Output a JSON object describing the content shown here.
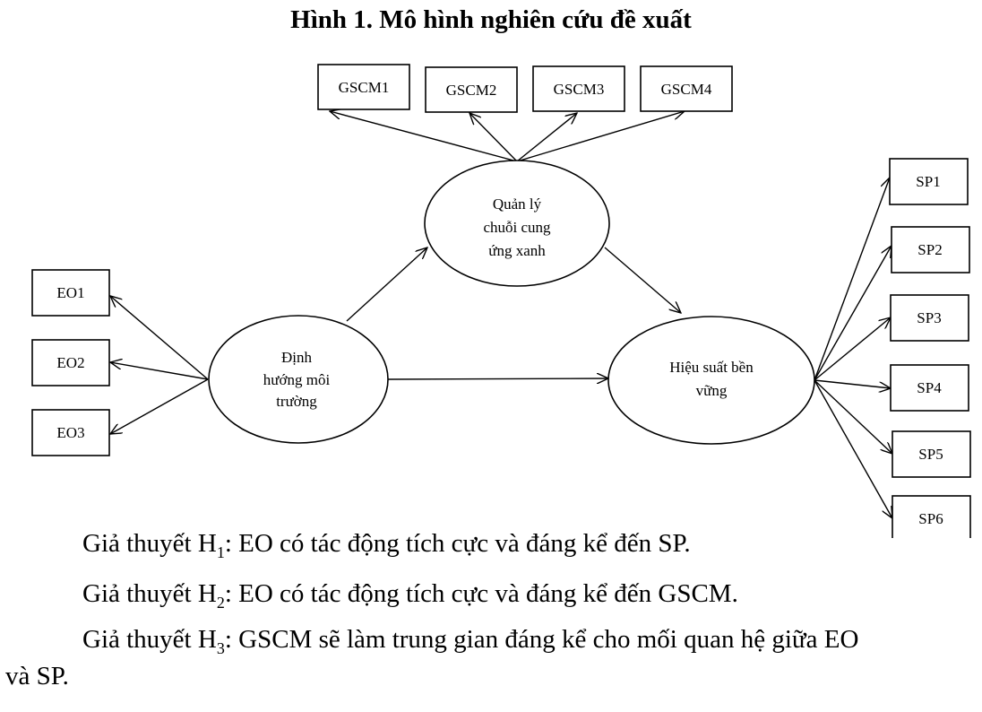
{
  "title": "Hình 1. Mô hình nghiên cứu đề xuất",
  "constructs": {
    "gscm": [
      "Quản lý",
      "chuỗi cung",
      "ứng xanh"
    ],
    "eo": [
      "Định",
      "hướng môi",
      "trường"
    ],
    "sp": [
      "Hiệu suất bền",
      "vững"
    ]
  },
  "indicators": {
    "gscm": [
      "GSCM1",
      "GSCM2",
      "GSCM3",
      "GSCM4"
    ],
    "eo": [
      "EO1",
      "EO2",
      "EO3"
    ],
    "sp": [
      "SP1",
      "SP2",
      "SP3",
      "SP4",
      "SP5",
      "SP6"
    ]
  },
  "hypotheses": {
    "h1": {
      "prefix": "Giả thuyết H",
      "sub": "1",
      "text": ": EO có tác động tích cực và đáng kể đến SP."
    },
    "h2": {
      "prefix": "Giả thuyết H",
      "sub": "2",
      "text": ": EO có tác động tích cực và đáng kể đến GSCM."
    },
    "h3": {
      "prefix": "Giả thuyết H",
      "sub": "3",
      "text": ": GSCM sẽ làm trung gian đáng kể cho mối quan hệ giữa EO",
      "cont": "và SP."
    }
  }
}
